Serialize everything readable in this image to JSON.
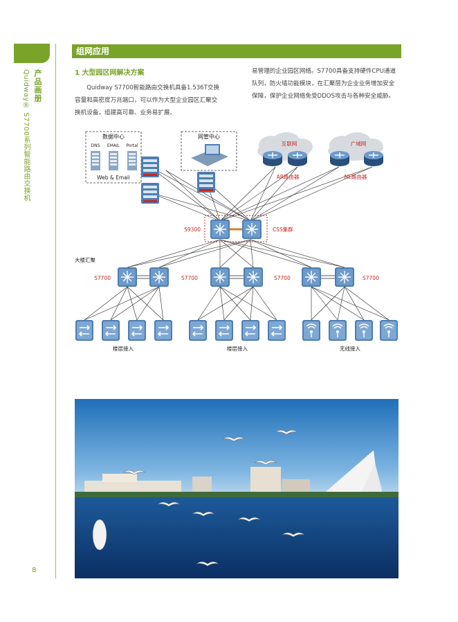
{
  "sidebar": {
    "title": "产品画册",
    "subtitle": "Quidway® S7700系列智能路由交换机",
    "page_number": "8"
  },
  "section": {
    "title": "组网应用",
    "subheading": "1 大型园区网解决方案",
    "paragraph_1": "　　Quidway S7700智能路由交换机具备1.536T交换容量和高密度万兆端口，可以作为大型企业园区汇聚交换机设备，组建高可靠、业务易扩展、",
    "paragraph_2": "易管理的企业园区网络。S7700具备支持硬件CPU通道队列，防火墙功能模块，在汇聚层为企业业务增加安全保障，保护企业网络免受DDOS攻击与各种安全威胁。"
  },
  "diagram": {
    "datacenter_label": "数据中心",
    "dns_label": "DNS",
    "email_label": "EMAIL",
    "portal_label": "Portal",
    "web_email_label": "Web & Email",
    "nms_label": "网管中心",
    "internet_label": "互联网",
    "wan_label": "广域网",
    "ar_router_label": "AR路由器",
    "ne_router_label": "NE路由器",
    "s9300_label": "S9300",
    "css_label": "CSS集群",
    "building_agg_label": "大楼汇聚",
    "s7700_labels": [
      "S7700",
      "S7700",
      "S7700",
      "S7700"
    ],
    "access_labels": [
      "楼层接入",
      "楼层接入",
      "无线接入"
    ],
    "colors": {
      "accent": "#7aa32a",
      "device": "#4e7db0",
      "red_label": "#c8261f",
      "link": "#e07b17"
    }
  }
}
